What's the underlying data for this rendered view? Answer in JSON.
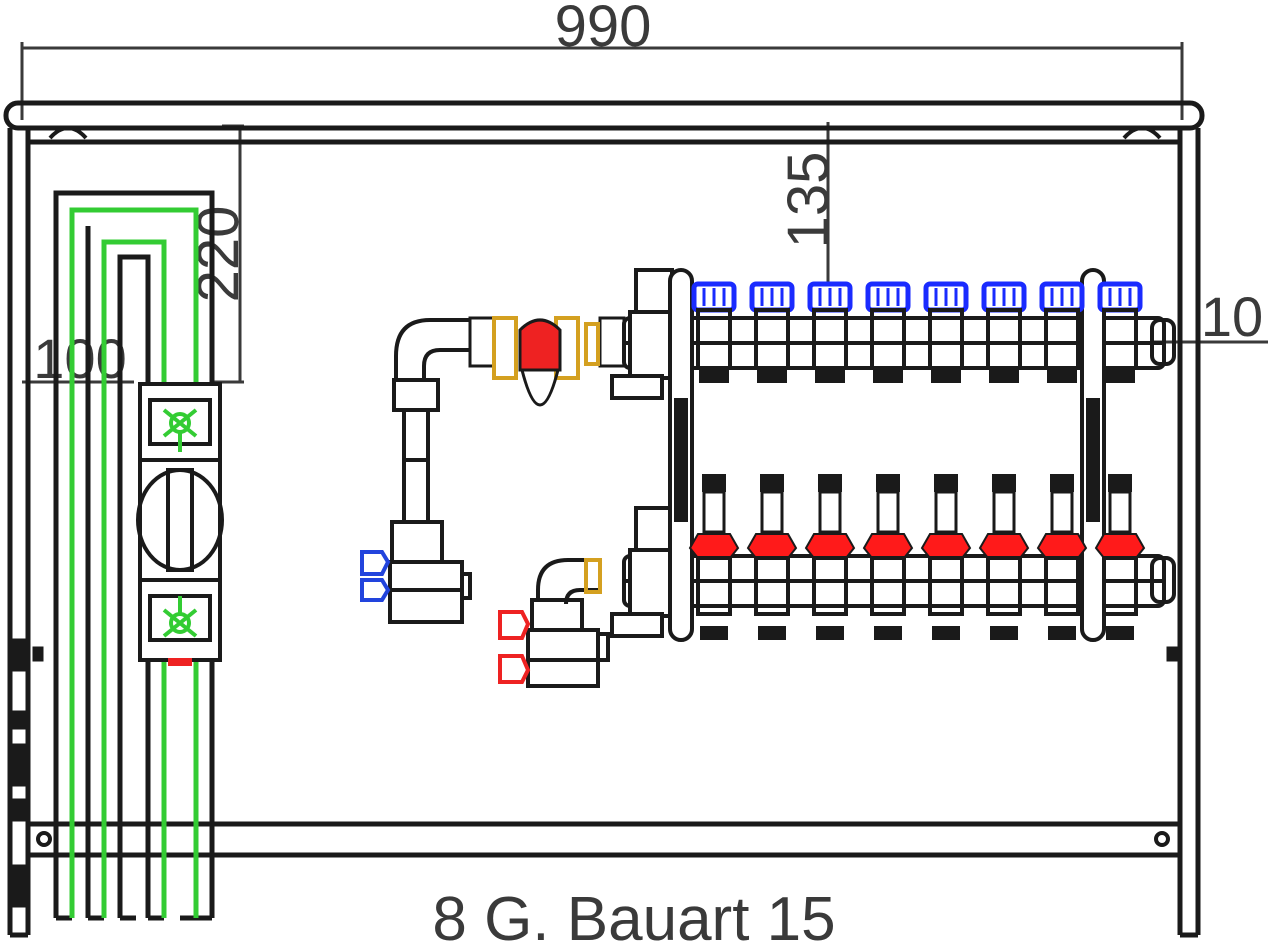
{
  "dimensions": {
    "overall_width": "990",
    "top_offset": "135",
    "left_height": "220",
    "left_offset": "100",
    "right_offset": "10"
  },
  "title": "8 G. Bauart 15",
  "manifold": {
    "supply_valve_count": 8,
    "return_valve_count": 8,
    "supply_color": "#1a2bff",
    "return_color": "#ff1a1a",
    "pipe_color": "#33cc33",
    "fitting_color": "#d4a020"
  },
  "colors": {
    "line": "#1a1a1a",
    "dimension": "#3a3a3a",
    "ball_valve_blue": "#2244dd",
    "ball_valve_red": "#ee2222"
  }
}
